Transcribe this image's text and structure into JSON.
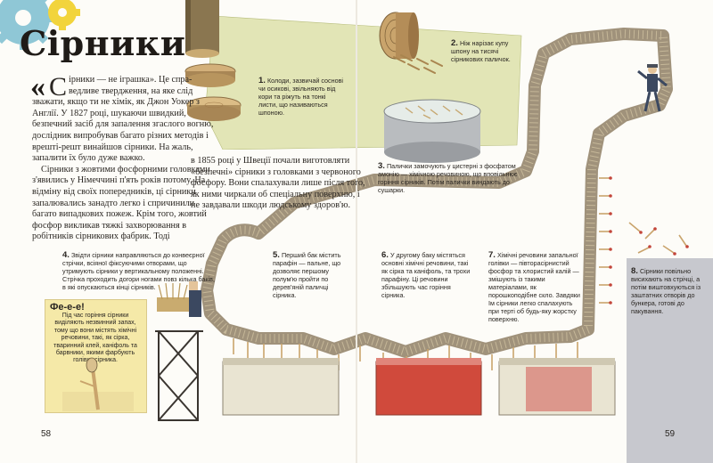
{
  "title": "Сірники",
  "intro": {
    "quote_mark": "«",
    "drop": "С",
    "p1": "ірники — не іграшка». Це спра­ведливе твердження, на яке слід зважати, якщо ти не хімік, як Джон Уокер з Англії. У 1827 році, шукаючи швидкий, безпечний засіб для запалення згаслого вогню, дослідник випробував багато різних методів і врешті-решт винайшов сірники. На жаль, запалити їх було дуже важко.",
    "p2": "Сірники з жовтими фосфорними головками з'явились у Німеччині п'ять років потому. На відміну від своїх попередників, ці сірники запалювались занадто легко і спричинили багато випадкових пожеж. Крім того, жовтий фосфор викликав тяжкі захворювання в робітників сірникових фабрик. Тоді"
  },
  "mid_text": "в 1855 році у Швеції почали виготовляти «безпечні» сірники з головками з червоного фосфору. Вони спалахували лише після того, як ними чиркали об спеціальну поверхню, і не завдавали шкоди людському здоров'ю.",
  "steps": [
    {
      "num": "1.",
      "text": "Колоди, зазвичай соснові чи осикові, звільняють від кори та ріжуть на тонкі листи, що називаються шпоною."
    },
    {
      "num": "2.",
      "text": "Ніж нарізає купу шпону на тисячі сірникових паличок."
    },
    {
      "num": "3.",
      "text": "Палички замочують у цистерні з фосфатом амонію — хімічною речовиною, що вповільнює горіння сірників. Потім палички виндають до сушарки."
    },
    {
      "num": "4.",
      "text": "Звідти сірники направляються до конвеєрної стрічки, всіяної фіксуючими отворами, що утримують сірники у вертикальному положенні. Стрічка проходить догори ногами повз кілька баків, в які опускаються кінці сірників."
    },
    {
      "num": "5.",
      "text": "Перший бак містить парафін — пальне, що дозволяє першому полум'ю пройти по дерев'яній паличці сірника."
    },
    {
      "num": "6.",
      "text": "У другому баку містяться основні хімічні речовини, такі як сірка та каніфоль, та трохи парафіну. Ці речовини збільшують час горіння сірника."
    },
    {
      "num": "7.",
      "text": "Хімічні речовини запальної голівки — півторасірнистий фосфор та хлористий калій — змішують із такими матеріалами, як порошкоподібне скло. Завдяки їм сірники легко спалахують при терті об будь-яку жорстку поверхню."
    },
    {
      "num": "8.",
      "text": "Сірники повільно висихають на стрічці, а потім виштовхуються із заштатних отворів до бункера, готові до пакування."
    }
  ],
  "note": {
    "head": "Фе-е-е!",
    "text": "Під час горіння сірники виділяють незвинний запах, тому що вони містять хімічні речовини, такі, як сірка, тваринний клей, каніфоль та барвники, якими фарбують голівку сірника."
  },
  "pages": {
    "left": "58",
    "right": "59"
  },
  "colors": {
    "gear_blue": "#8fc7d6",
    "gear_yellow": "#f2d43c",
    "tank_red": "#d04a3c",
    "note_bg": "#f5e9a8"
  }
}
